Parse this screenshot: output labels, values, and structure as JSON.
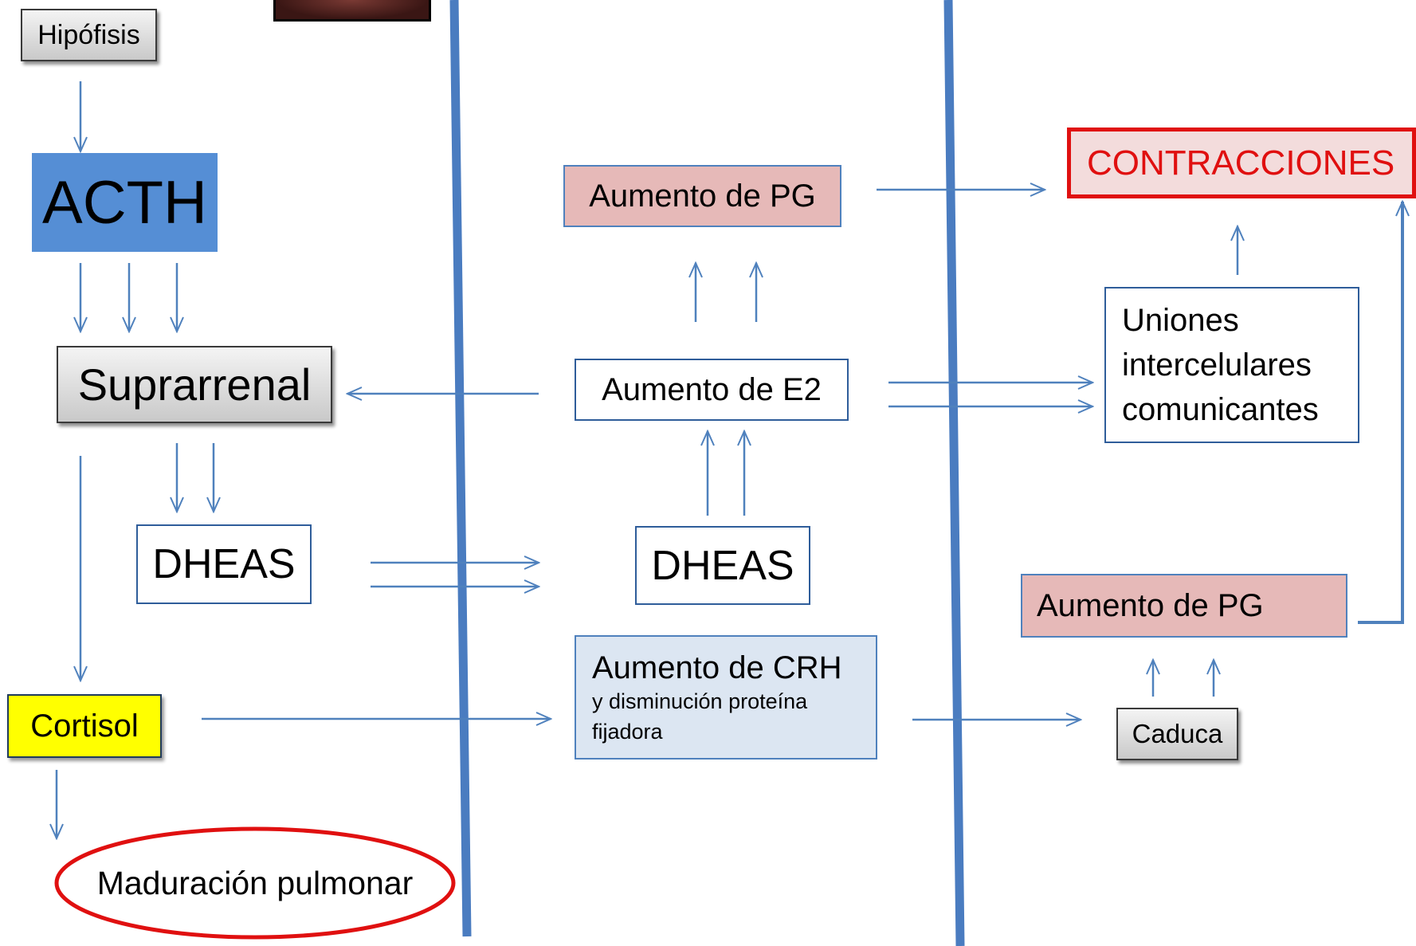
{
  "nodes": {
    "hipofisis": "Hipófisis",
    "acth": "ACTH",
    "suprarrenal": "Suprarrenal",
    "dheas_left": "DHEAS",
    "cortisol": "Cortisol",
    "maduracion": "Maduración pulmonar",
    "aumento_pg_top": "Aumento de PG",
    "aumento_e2": "Aumento de E2",
    "dheas_middle": "DHEAS",
    "aumento_crh": "Aumento de CRH",
    "aumento_crh_sub": "y disminución proteína fijadora",
    "contracciones": "CONTRACCIONES",
    "uniones": "Uniones intercelulares comunicantes",
    "aumento_pg_right": "Aumento de PG",
    "caduca": "Caduca"
  },
  "colors": {
    "arrow": "#4f81bd",
    "divider": "#4a7cc0",
    "contracciones_text": "#e01010",
    "ellipse_border": "#e01010",
    "acth_fill": "#558ed5",
    "cortisol_fill": "#ffff00",
    "pg_fill": "#e6b9b8",
    "crh_fill": "#dce6f2"
  }
}
